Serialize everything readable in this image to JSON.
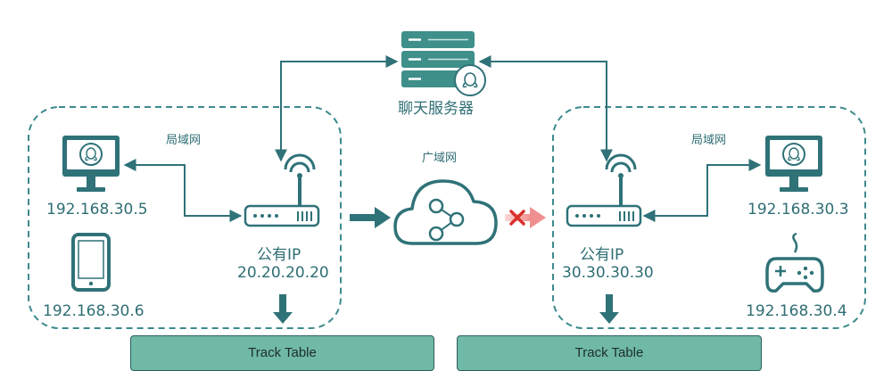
{
  "server": {
    "label": "聊天服务器",
    "icon": "chat-server-icon"
  },
  "wan": {
    "label": "广域网",
    "icon": "cloud-share-icon"
  },
  "lan_left": {
    "label": "局域网",
    "router": {
      "label": "公有IP",
      "ip": "20.20.20.20"
    },
    "devices": [
      {
        "icon": "desktop-monitor-icon",
        "ip": "192.168.30.5"
      },
      {
        "icon": "mobile-phone-icon",
        "ip": "192.168.30.6"
      }
    ],
    "track_table": "Track Table"
  },
  "lan_right": {
    "label": "局域网",
    "router": {
      "label": "公有IP",
      "ip": "30.30.30.30"
    },
    "devices": [
      {
        "icon": "desktop-monitor-icon",
        "ip": "192.168.30.3"
      },
      {
        "icon": "gamepad-icon",
        "ip": "192.168.30.4"
      }
    ],
    "track_table": "Track Table"
  },
  "colors": {
    "primary": "#2f7278",
    "dashed": "#3d8a8c",
    "blocked_arrow": "#f2a6a6",
    "blocked_x": "#d9302c",
    "track_fill": "#6fb9a6"
  }
}
